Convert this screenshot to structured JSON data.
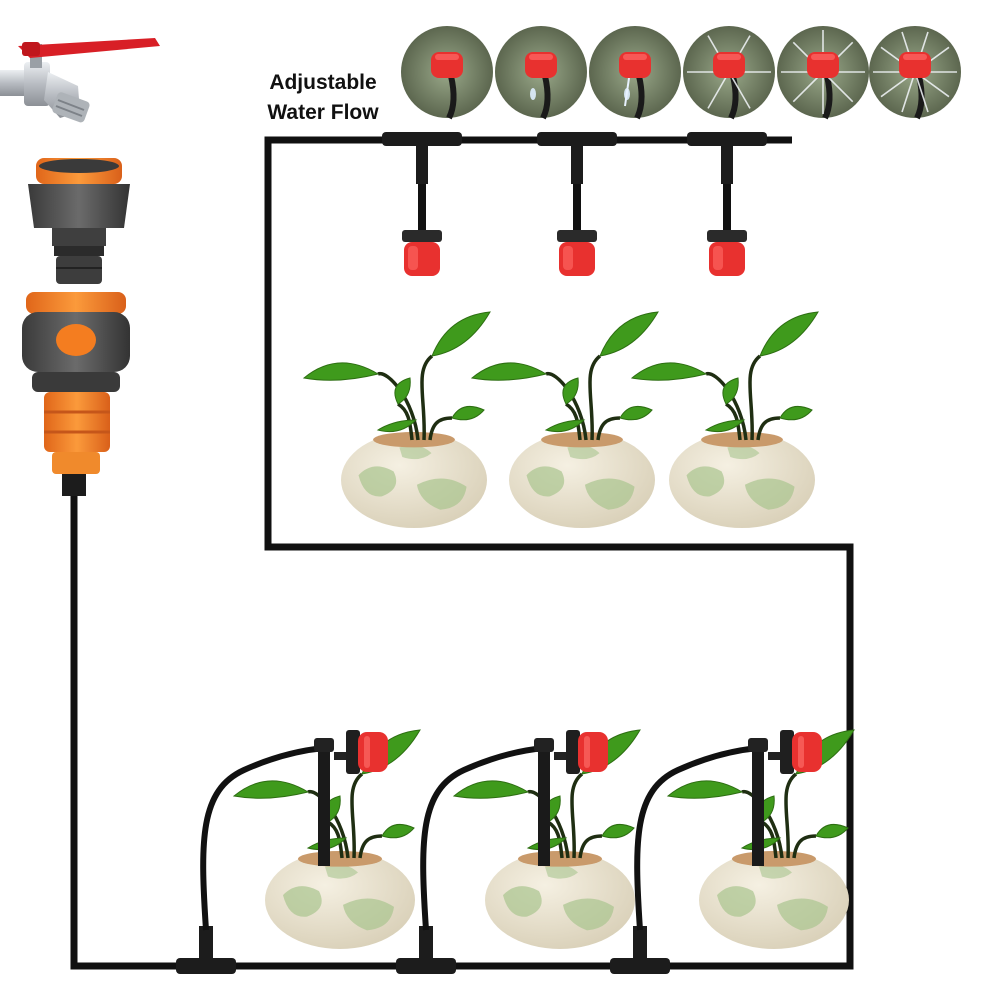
{
  "label": {
    "line1": "Adjustable",
    "line2": "Water Flow"
  },
  "colors": {
    "tube": "#111111",
    "valve_handle": "#d81f26",
    "brass": "#c8ccd0",
    "adapter_orange": "#f47d20",
    "adapter_gray": "#4a4a4a",
    "dripper_red": "#e8312f",
    "leaf_green": "#3f9a1c",
    "pot_cream": "#e9e2cf",
    "pot_map": "#a9c48f",
    "soil": "#c99a6b"
  },
  "icons": {
    "faucet": "faucet-icon",
    "adapter": "hose-adapter-icon",
    "connector": "quick-connector-icon",
    "dripper": "adjustable-dripper-icon",
    "plant": "seedling-icon",
    "pot": "globe-pot-icon"
  },
  "spray_modes": [
    "drip-closed",
    "drip-slow",
    "drip-medium",
    "spray-low",
    "spray-medium",
    "spray-full"
  ]
}
